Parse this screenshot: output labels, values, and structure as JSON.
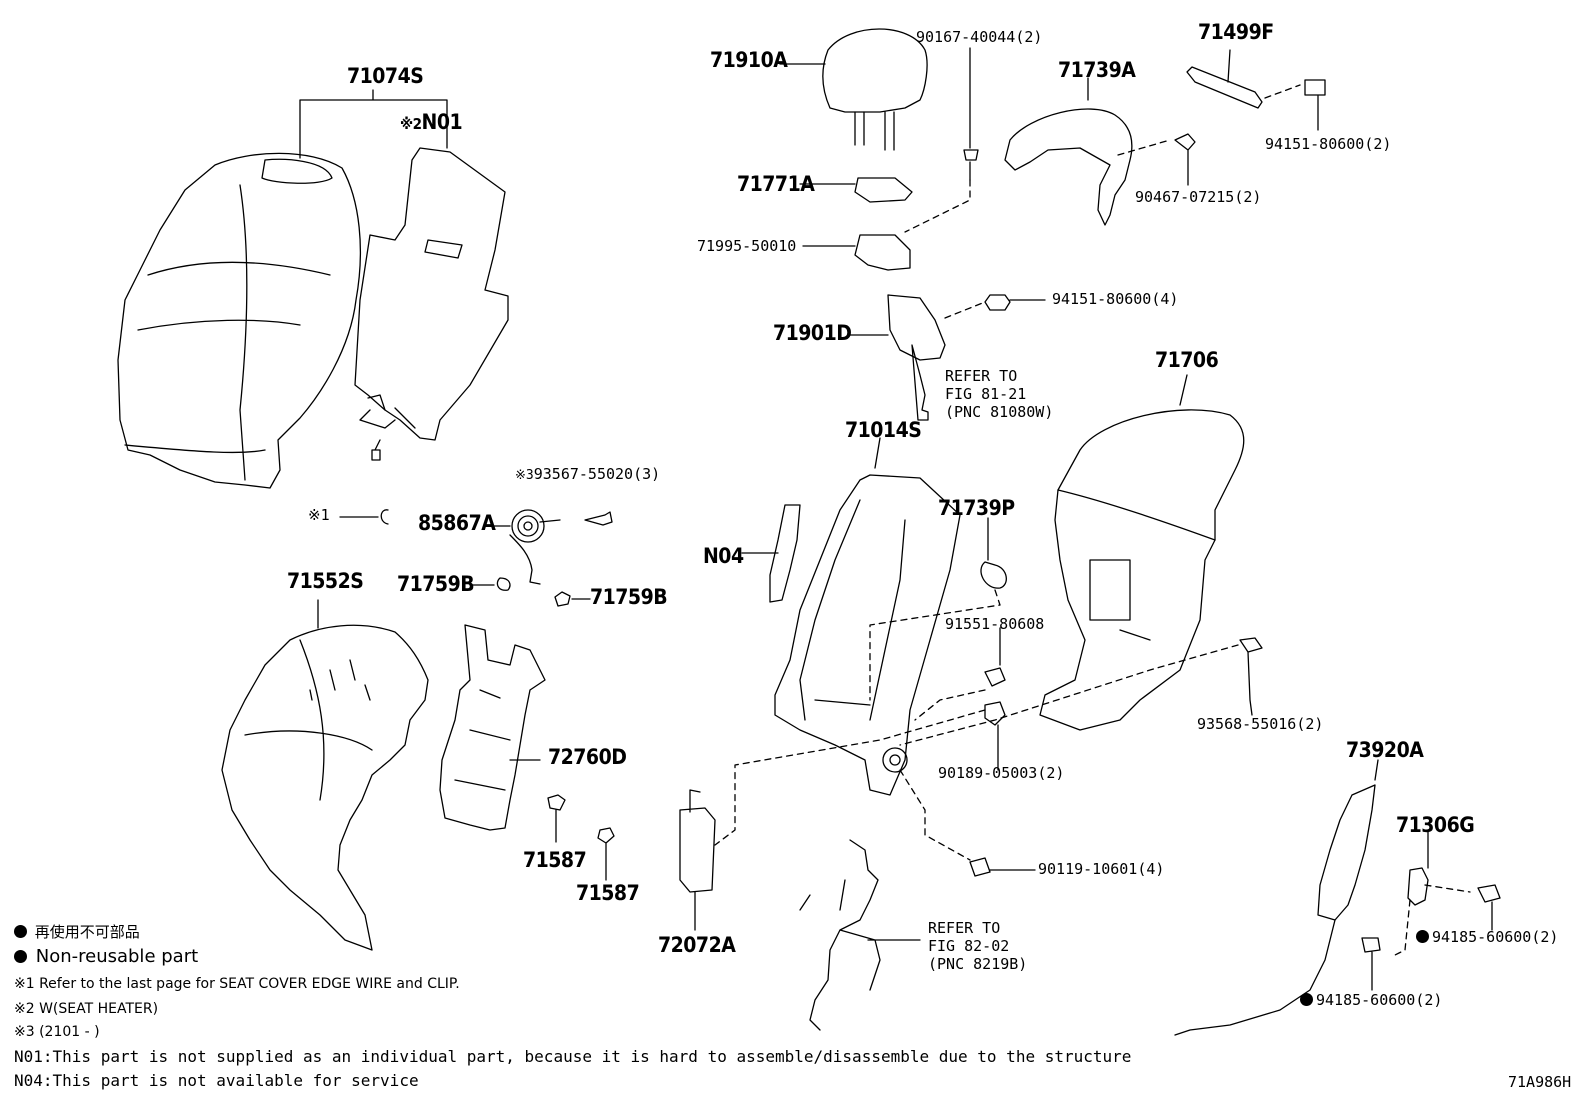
{
  "parts": {
    "p71074S": "71074S",
    "pN01": "N01",
    "pN01_mark": "※2",
    "p71910A": "71910A",
    "p90167": "90167-40044(2)",
    "p71739A": "71739A",
    "p71499F": "71499F",
    "p94151a": "94151-80600(2)",
    "p90467": "90467-07215(2)",
    "p71771A": "71771A",
    "p71995": "71995-50010",
    "p94151b": "94151-80600(4)",
    "p71901D": "71901D",
    "p71706": "71706",
    "p71014S": "71014S",
    "p71739P": "71739P",
    "p93567_mark": "※3",
    "p93567": "93567-55020(3)",
    "p85867A": "85867A",
    "p_mark1": "※1",
    "p71552S": "71552S",
    "p71759B_a": "71759B",
    "p71759B_b": "71759B",
    "pN04": "N04",
    "p91551": "91551-80608",
    "p93568": "93568-55016(2)",
    "p72760D": "72760D",
    "p90189": "90189-05003(2)",
    "p73920A": "73920A",
    "p71587a": "71587",
    "p71587b": "71587",
    "p71306G": "71306G",
    "p90119": "90119-10601(4)",
    "p94185a": "94185-60600(2)",
    "p94185b": "94185-60600(2)",
    "p72072A": "72072A"
  },
  "refs": {
    "ref1": "REFER TO\nFIG 81-21\n(PNC 81080W)",
    "ref2": "REFER TO\nFIG 82-02\n(PNC 8219B)"
  },
  "legend": {
    "jp": "再使用不可部品",
    "en": "Non-reusable part",
    "n1": "※1   Refer to the last page for SEAT COVER EDGE WIRE and CLIP.",
    "n2": "※2   W(SEAT HEATER)",
    "n3": "※3 (2101 -    )",
    "n01": "N01:This part is not supplied as an individual part, because it is hard to assemble/disassemble due to the structure",
    "n04": "N04:This part is not available for service"
  },
  "figure_id": "71A986H"
}
